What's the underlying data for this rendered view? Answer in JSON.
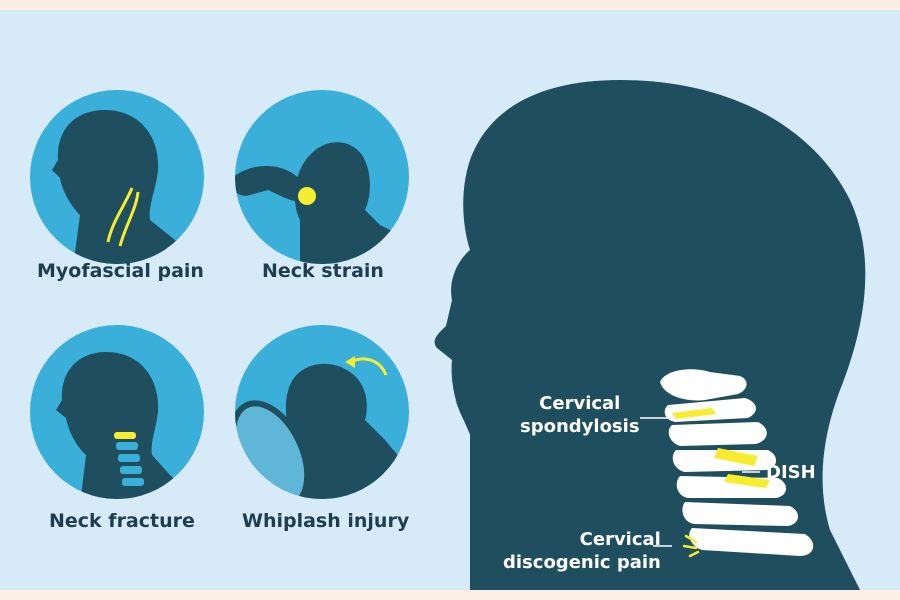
{
  "conditions": [
    {
      "label": "Myofascial pain"
    },
    {
      "label": "Neck strain"
    },
    {
      "label": "Neck fracture"
    },
    {
      "label": "Whiplash injury"
    }
  ],
  "spine_labels": {
    "spondylosis_line1": "Cervical",
    "spondylosis_line2": "spondylosis",
    "dish": "DISH",
    "discogenic_line1": "Cervical",
    "discogenic_line2": "discogenic pain"
  },
  "colors": {
    "background": "#d6eaf8",
    "circle": "#3aafd9",
    "silhouette": "#1f4e5f",
    "highlight": "#f7ec2e",
    "bone": "#ffffff",
    "caption_text": "#1f3d4f"
  }
}
